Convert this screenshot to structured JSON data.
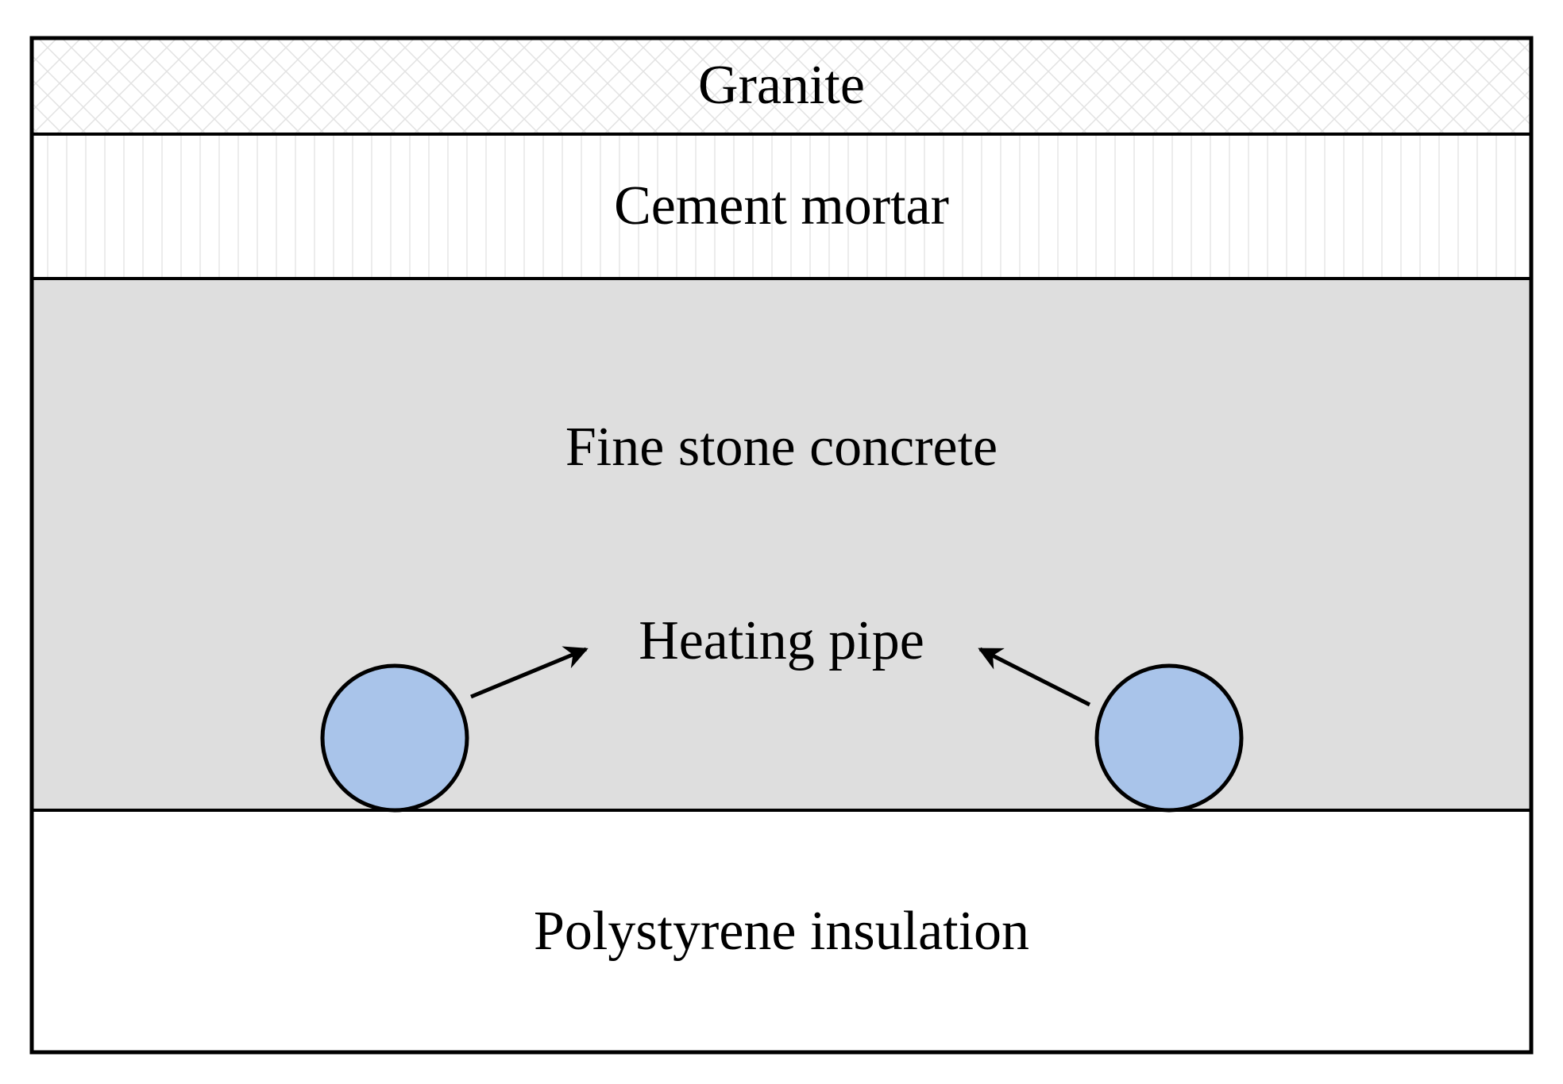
{
  "layers": {
    "granite": {
      "label": "Granite"
    },
    "cement_mortar": {
      "label": "Cement mortar"
    },
    "fine_stone_concrete": {
      "label": "Fine stone concrete",
      "fill": "#dedede"
    },
    "polystyrene_insulation": {
      "label": "Polystyrene insulation"
    }
  },
  "heating_pipe": {
    "label": "Heating pipe",
    "fill": "#a9c4ea"
  },
  "colors": {
    "outline": "#000000",
    "hatch": "#d9d9d9",
    "background": "#ffffff"
  }
}
